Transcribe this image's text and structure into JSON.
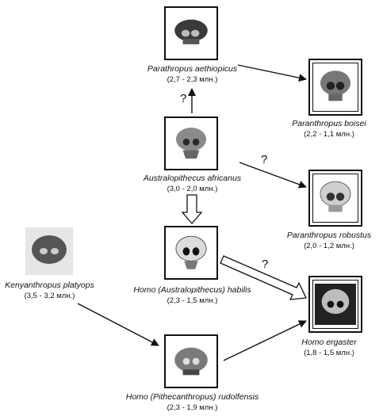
{
  "species": {
    "aethiopicus": {
      "name": "Parathropus aethiopicus",
      "range": "(2,7 - 2,3 млн.)"
    },
    "boisei": {
      "name": "Paranthropus boisei",
      "range": "(2,2 - 1,1 млн.)"
    },
    "africanus": {
      "name": "Australopithecus africanus",
      "range": "(3,0 - 2,0 млн.)"
    },
    "robustus": {
      "name": "Paranthropus robustus",
      "range": "(2,0 - 1,2 млн.)"
    },
    "platyops": {
      "name": "Kenyanthropus platyops",
      "range": "(3,5 - 3,2 млн.)"
    },
    "habilis": {
      "name": "Homo (Australopithecus) habilis",
      "range": "(2,3 - 1,5 млн.)"
    },
    "ergaster": {
      "name": "Homo ergaster",
      "range": "(1,8 - 1,5 млн.)"
    },
    "rudolfensis": {
      "name": "Homo (Pithecanthropus) rudolfensis",
      "range": "(2,3 - 1,9 млн.)"
    }
  },
  "question_marks": {
    "q1": "?",
    "q2": "?",
    "q3": "?"
  },
  "colors": {
    "line": "#111111",
    "skull_dark": "#2a2a2a",
    "skull_light": "#d8d8d8"
  }
}
